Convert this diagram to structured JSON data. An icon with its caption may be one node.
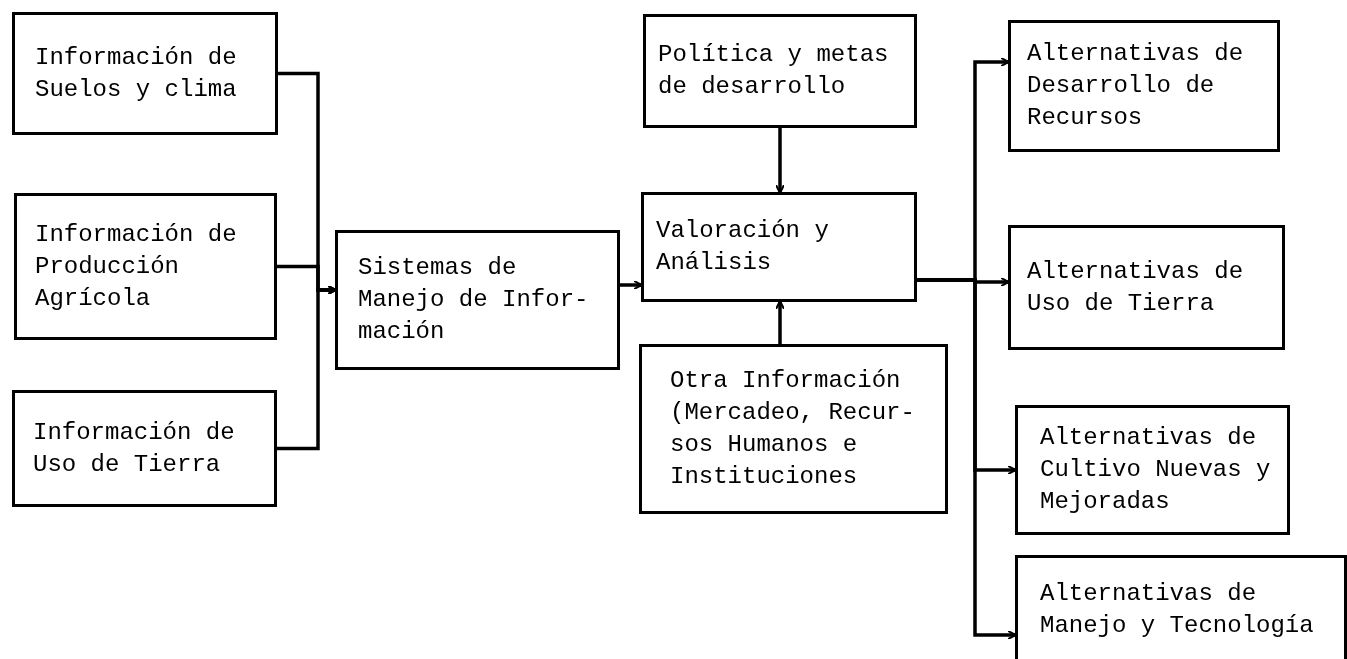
{
  "diagram": {
    "nodes": [
      {
        "text": [
          "Información de Suelos y clima"
        ]
      },
      {
        "text": [
          "Información de Producción Agrícola"
        ]
      },
      {
        "text": [
          "Información de Uso de Tierra"
        ]
      },
      {
        "text": [
          "Sistemas de Manejo de Infor- mación"
        ]
      },
      {
        "text": [
          "Política y metas de desarrollo"
        ]
      },
      {
        "text": [
          "Valoración y Análisis"
        ]
      },
      {
        "text": [
          "Otra Información (Mercadeo, Recur- sos Humanos e Instituciones"
        ]
      },
      {
        "text": [
          "Alternativas de Desarrollo de Recursos"
        ]
      },
      {
        "text": [
          "Alternativas de Uso de Tierra"
        ]
      },
      {
        "text": [
          "Alternativas de Cultivo Nuevas y Mejoradas"
        ]
      },
      {
        "text": [
          "Alternativas de Manejo y Tecnología"
        ]
      }
    ],
    "edges": [
      {
        "from": 0,
        "to": 3,
        "arrow": "to"
      },
      {
        "from": 1,
        "to": 3,
        "arrow": "to"
      },
      {
        "from": 2,
        "to": 3,
        "arrow": "to"
      },
      {
        "from": 3,
        "to": 5,
        "arrow": "to"
      },
      {
        "from": 4,
        "to": 5,
        "arrow": "to"
      },
      {
        "from": 6,
        "to": 5,
        "arrow": "to"
      },
      {
        "from": 5,
        "to": 7,
        "arrow": "to"
      },
      {
        "from": 5,
        "to": 8,
        "arrow": "to"
      },
      {
        "from": 5,
        "to": 9,
        "arrow": "to"
      },
      {
        "from": 5,
        "to": 10,
        "arrow": "to"
      }
    ]
  }
}
